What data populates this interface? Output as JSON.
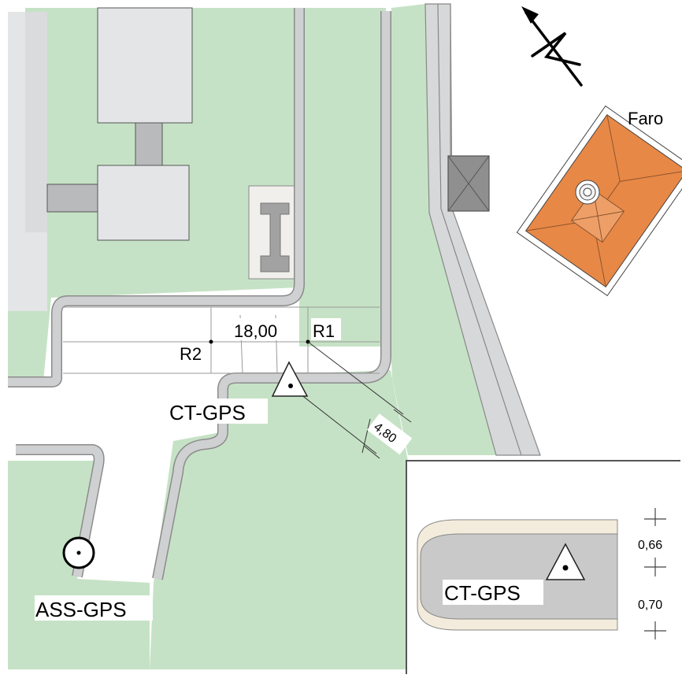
{
  "labels": {
    "faro": "Faro",
    "dimension_width": "18,00",
    "dimension_offset": "4,80",
    "ref_point_1": "R1",
    "ref_point_2": "R2",
    "control_point": "CT-GPS",
    "assist_point": "ASS-GPS"
  },
  "inset": {
    "control_point": "CT-GPS",
    "offset_upper": "0,66",
    "offset_lower": "0,70"
  },
  "icons": {
    "north_arrow": "north-arrow-icon",
    "control_point": "triangle-point-icon",
    "assist_point": "circle-point-icon"
  },
  "colors": {
    "grass": "#c6e2c6",
    "building": "#e3e5e6",
    "curb": "#cfd0d1",
    "roof": "#e88846",
    "roof_light": "#ee9f67",
    "kiosk": "#8a8a8a",
    "line": "#555555"
  }
}
